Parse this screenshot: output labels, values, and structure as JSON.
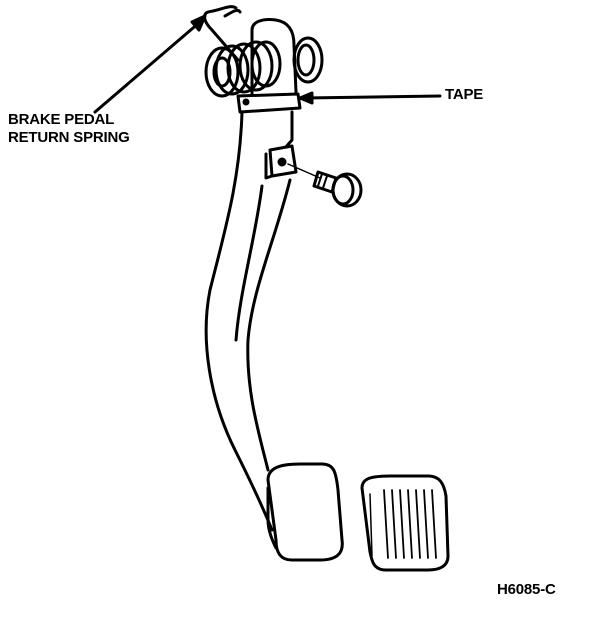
{
  "labels": {
    "spring_line1": "BRAKE PEDAL",
    "spring_line2": "RETURN SPRING",
    "tape": "TAPE",
    "figure_id": "H6085-C"
  }
}
